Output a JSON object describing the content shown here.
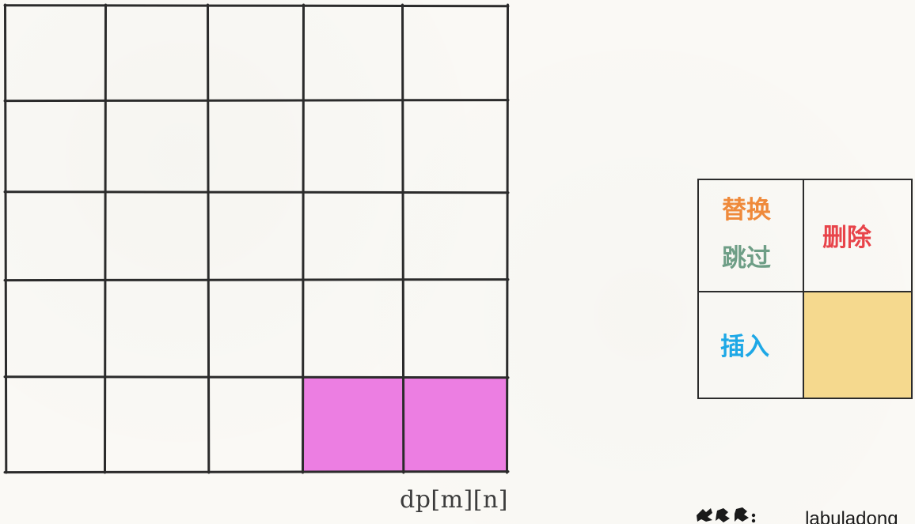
{
  "grid": {
    "rows": 5,
    "cols": 5,
    "highlighted_cells": [
      {
        "row": 4,
        "col": 3
      },
      {
        "row": 4,
        "col": 4
      }
    ],
    "highlight_color": "#ec7ee2",
    "line_color": "#2b2b2b"
  },
  "dp_label": "dp[m][n]",
  "legend": {
    "replace": {
      "text": "替换",
      "color": "#ef8a3b"
    },
    "skip": {
      "text": "跳过",
      "color": "#6e9e86"
    },
    "delete": {
      "text": "删除",
      "color": "#e8444a"
    },
    "insert": {
      "text": "插入",
      "color": "#1ea8e6"
    },
    "target_cell_color": "#f5d98e"
  },
  "watermark": {
    "text": "labuladong"
  }
}
